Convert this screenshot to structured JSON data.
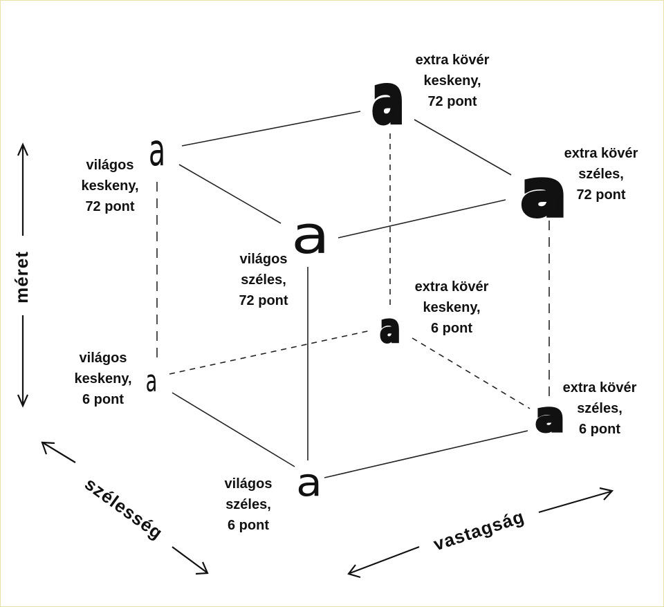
{
  "glyph_char": "a",
  "corners": {
    "light_narrow_72": [
      "világos",
      "keskeny,",
      "72 pont"
    ],
    "light_wide_72": [
      "világos",
      "széles,",
      "72 pont"
    ],
    "bold_narrow_72": [
      "extra kövér",
      "keskeny,",
      "72 pont"
    ],
    "bold_wide_72": [
      "extra kövér",
      "széles,",
      "72 pont"
    ],
    "light_narrow_6": [
      "világos",
      "keskeny,",
      "6 pont"
    ],
    "light_wide_6": [
      "világos",
      "széles,",
      "6 pont"
    ],
    "bold_narrow_6": [
      "extra kövér",
      "keskeny,",
      "6 pont"
    ],
    "bold_wide_6": [
      "extra kövér",
      "széles,",
      "6 pont"
    ]
  },
  "axes": {
    "size": "méret",
    "width": "szélesség",
    "weight": "vastagság"
  }
}
